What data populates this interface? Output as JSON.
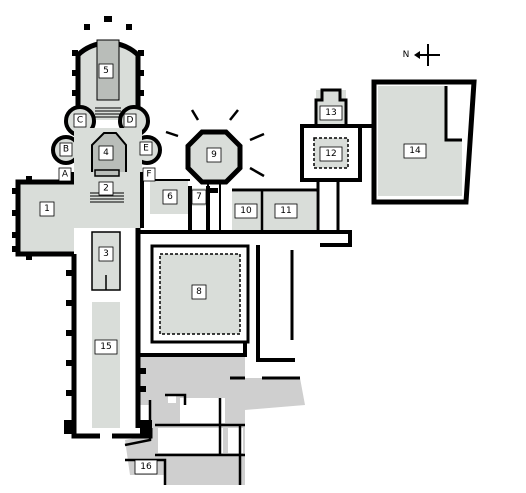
{
  "compass": {
    "label": "N"
  },
  "labels": {
    "r1": "1",
    "r2": "2",
    "r3": "3",
    "r4": "4",
    "r5": "5",
    "r6": "6",
    "r7": "7",
    "r8": "8",
    "r9": "9",
    "r10": "10",
    "r11": "11",
    "r12": "12",
    "r13": "13",
    "r14": "14",
    "r15": "15",
    "r16": "16",
    "rA": "A",
    "rB": "B",
    "rC": "C",
    "rD": "D",
    "rE": "E",
    "rF": "F"
  },
  "colors": {
    "wall": "#000000",
    "room": "#d9ddd9",
    "ruins": "#cfcfcf",
    "background": "#ffffff"
  }
}
